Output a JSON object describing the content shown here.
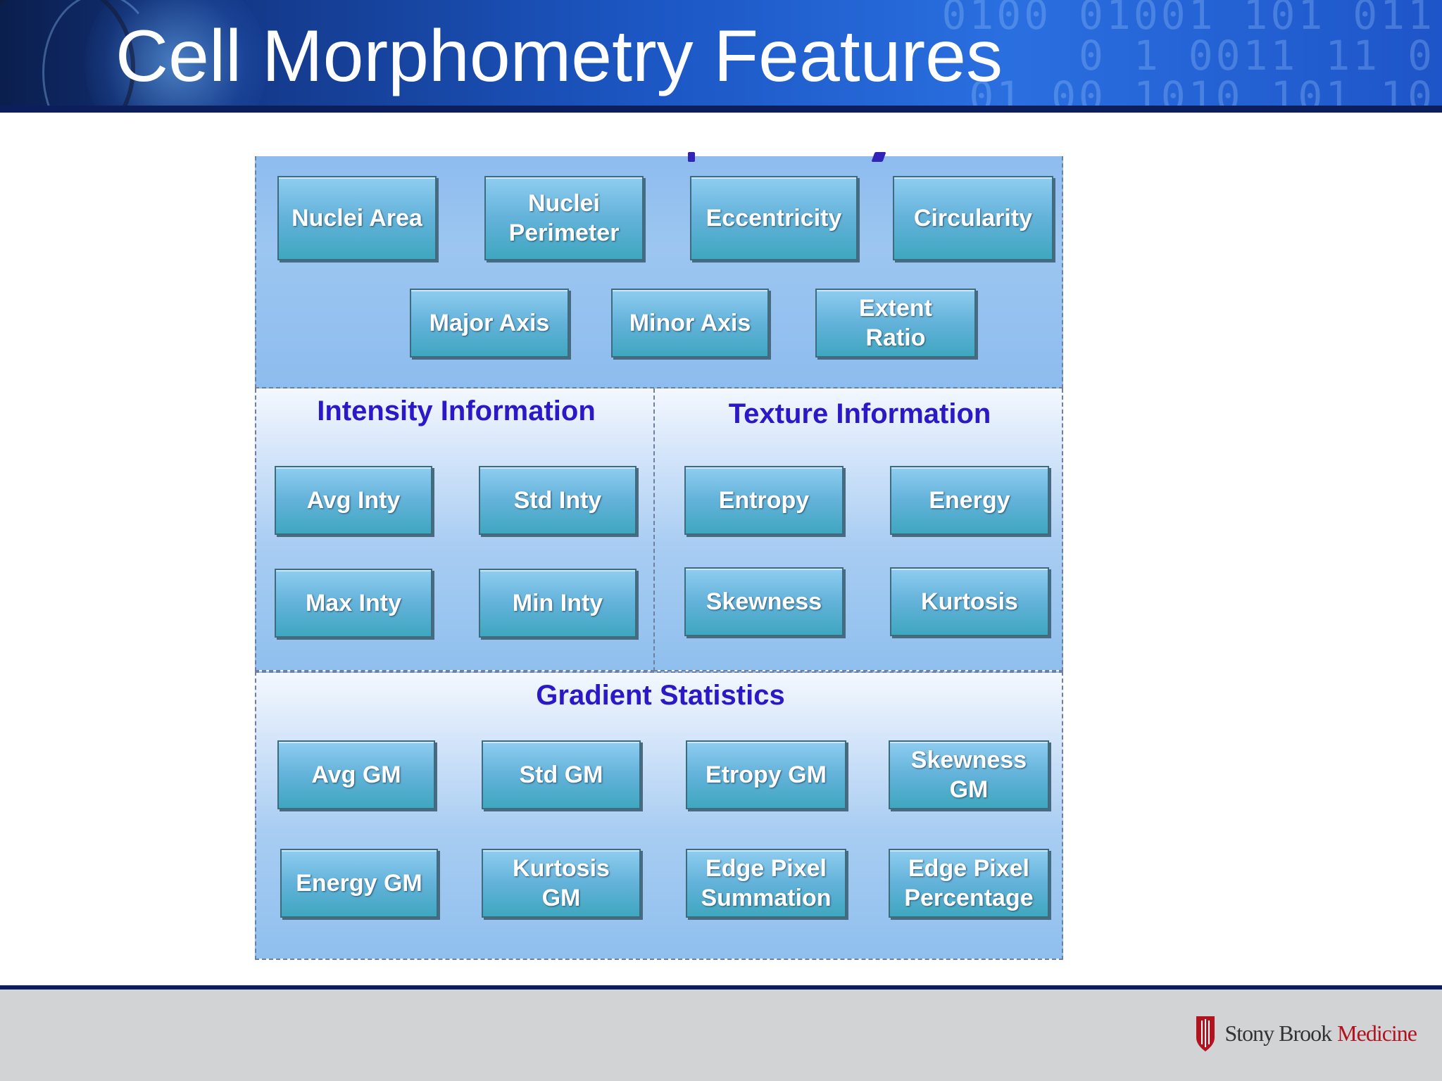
{
  "slide": {
    "title": "Cell Morphometry Features"
  },
  "banner": {
    "binary_text": "0100 01001 101 011\n0 1 0011 11 0\n01 00 1010 101 10"
  },
  "diagram": {
    "top_group": {
      "row1": [
        "Nuclei Area",
        "Nuclei\nPerimeter",
        "Eccentricity",
        "Circularity"
      ],
      "row2": [
        "Major Axis",
        "Minor Axis",
        "Extent\nRatio"
      ]
    },
    "intensity": {
      "title": "Intensity Information",
      "items": [
        "Avg Inty",
        "Std Inty",
        "Max Inty",
        "Min Inty"
      ]
    },
    "texture": {
      "title": "Texture Information",
      "items": [
        "Entropy",
        "Energy",
        "Skewness",
        "Kurtosis"
      ]
    },
    "gradient": {
      "title": "Gradient Statistics",
      "row1": [
        "Avg GM",
        "Std GM",
        "Etropy GM",
        "Skewness\nGM"
      ],
      "row2": [
        "Energy GM",
        "Kurtosis\nGM",
        "Edge Pixel\nSummation",
        "Edge Pixel\nPercentage"
      ]
    }
  },
  "footer": {
    "logo_text_1": "Stony Brook",
    "logo_text_2": "Medicine"
  },
  "colors": {
    "title_blue": "#2b19c8",
    "button_teal": "#4fb0d6",
    "banner_blue": "#1c57c4",
    "logo_red": "#b3121f"
  }
}
